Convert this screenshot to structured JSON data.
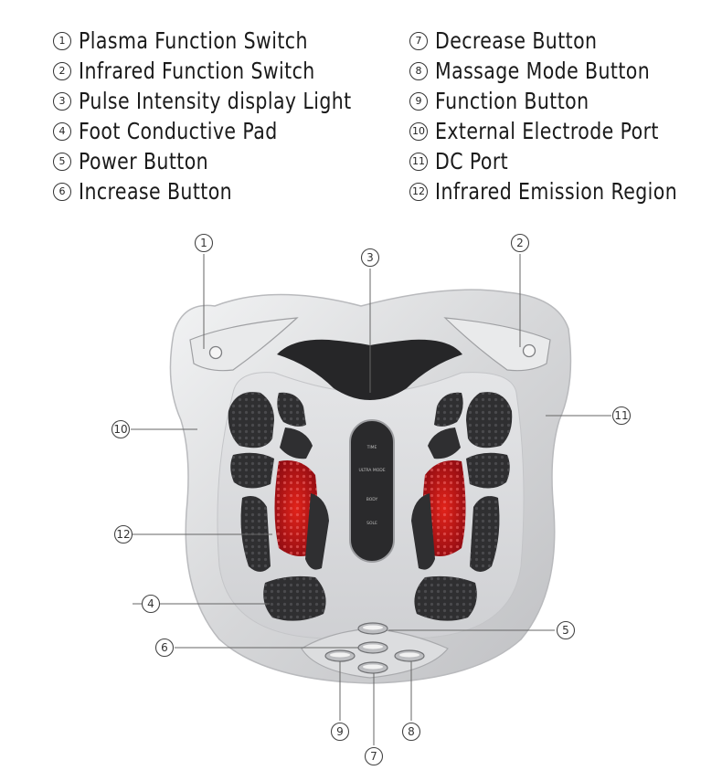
{
  "legend": {
    "left": [
      {
        "num": "1",
        "text": "Plasma Function Switch"
      },
      {
        "num": "2",
        "text": "Infrared Function Switch"
      },
      {
        "num": "3",
        "text": "Pulse Intensity display Light"
      },
      {
        "num": "4",
        "text": "Foot Conductive Pad"
      },
      {
        "num": "5",
        "text": "Power Button"
      },
      {
        "num": "6",
        "text": "Increase Button"
      }
    ],
    "right": [
      {
        "num": "7",
        "text": "Decrease Button"
      },
      {
        "num": "8",
        "text": "Massage Mode Button"
      },
      {
        "num": "9",
        "text": "Function Button"
      },
      {
        "num": "10",
        "text": "External Electrode Port"
      },
      {
        "num": "11",
        "text": "DC Port"
      },
      {
        "num": "12",
        "text": "Infrared Emission Region"
      }
    ]
  },
  "panel": {
    "labels": [
      "TIME",
      "ULTRA MODE",
      "BODY",
      "SOLE"
    ]
  },
  "callouts": [
    "1",
    "2",
    "3",
    "4",
    "5",
    "6",
    "7",
    "8",
    "9",
    "10",
    "11",
    "12"
  ],
  "colors": {
    "body": "#d9dadc",
    "body_edge": "#b7b8bb",
    "pad": "#2f2f31",
    "infrared": "#c8101b",
    "screen": "#1c1c1e",
    "text": "#222222"
  }
}
